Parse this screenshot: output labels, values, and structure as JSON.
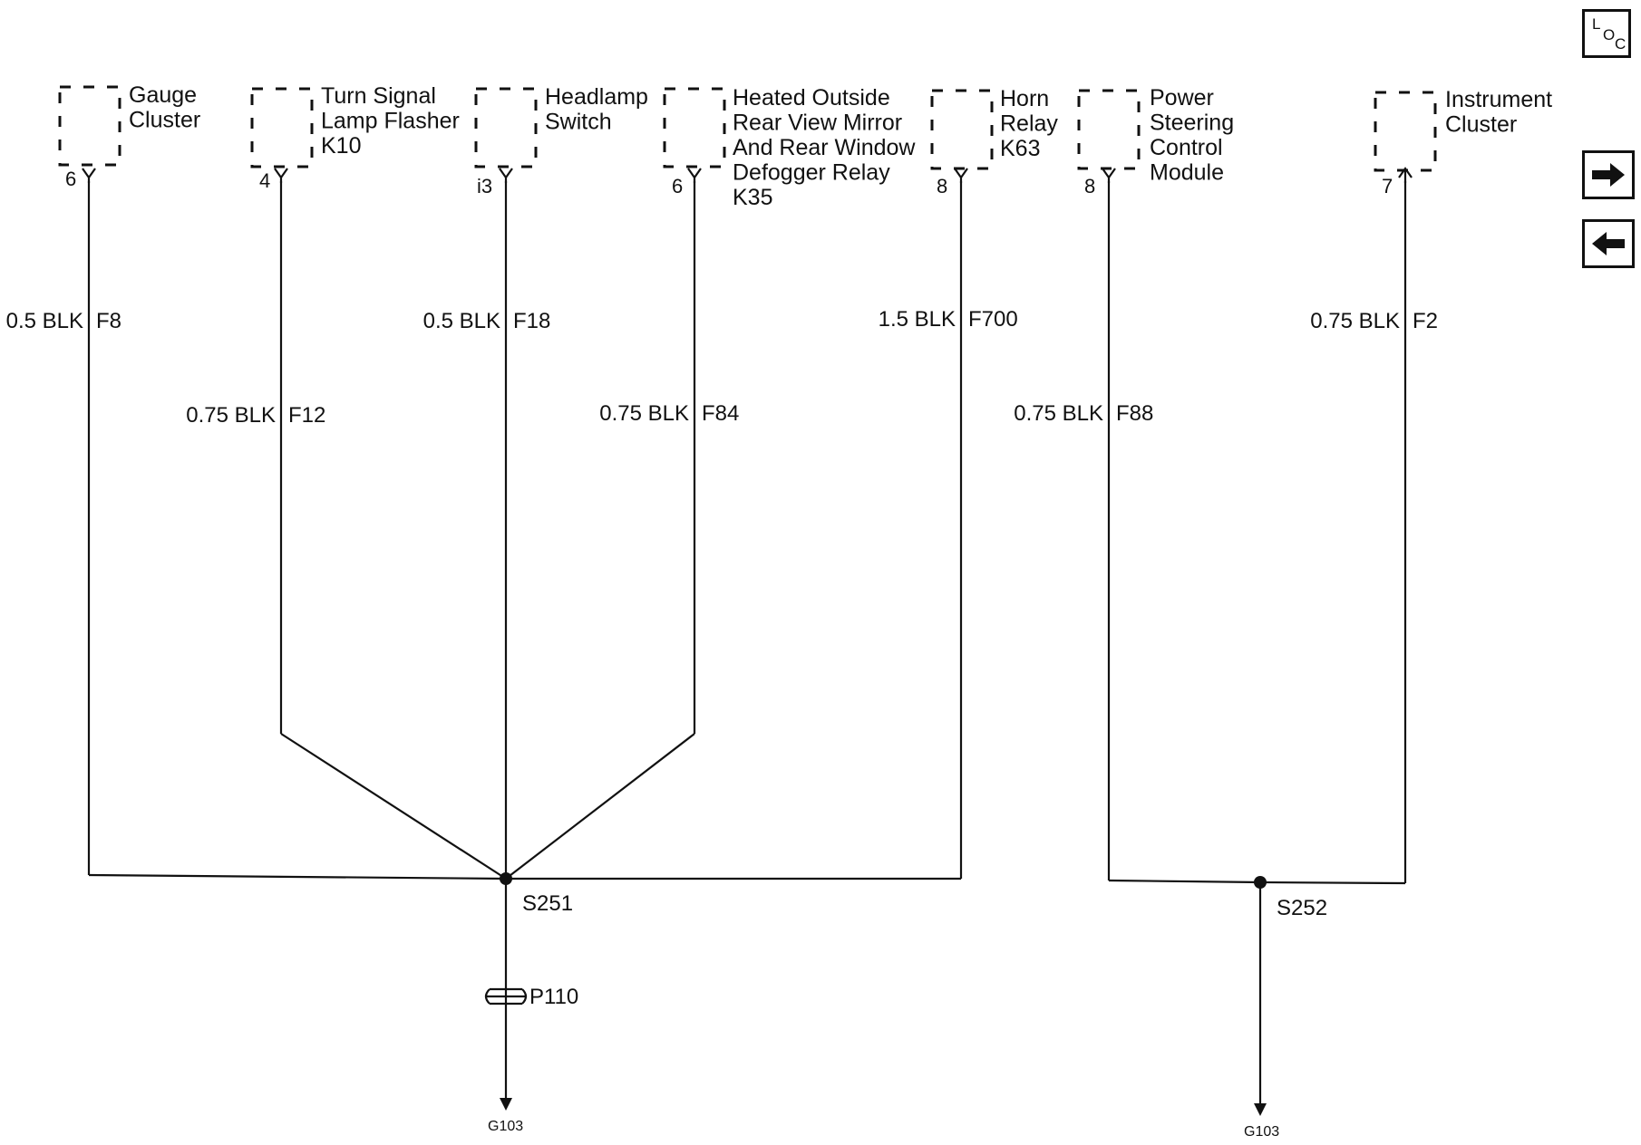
{
  "toolbar": {
    "loc_l": "L",
    "loc_o": "O",
    "loc_c": "C",
    "next_icon": "arrow-right-icon",
    "prev_icon": "arrow-left-icon"
  },
  "components": [
    {
      "lines": [
        "Gauge",
        "Cluster"
      ],
      "pin": "6"
    },
    {
      "lines": [
        "Turn Signal",
        "Lamp Flasher",
        "K10"
      ],
      "pin": "4"
    },
    {
      "lines": [
        "Headlamp",
        "Switch"
      ],
      "pin": "i3"
    },
    {
      "lines": [
        "Heated Outside",
        "Rear View Mirror",
        "And Rear Window",
        "Defogger Relay",
        "K35"
      ],
      "pin": "6"
    },
    {
      "lines": [
        "Horn",
        "Relay",
        "K63"
      ],
      "pin": "8"
    },
    {
      "lines": [
        "Power",
        "Steering",
        "Control",
        "Module"
      ],
      "pin": "8"
    },
    {
      "lines": [
        "Instrument",
        "Cluster"
      ],
      "pin": "7"
    }
  ],
  "wires": [
    {
      "gauge": "0.5 BLK",
      "circuit": "F8"
    },
    {
      "gauge": "0.75 BLK",
      "circuit": "F12"
    },
    {
      "gauge": "0.5 BLK",
      "circuit": "F18"
    },
    {
      "gauge": "0.75 BLK",
      "circuit": "F84"
    },
    {
      "gauge": "1.5 BLK",
      "circuit": "F700"
    },
    {
      "gauge": "0.75 BLK",
      "circuit": "F88"
    },
    {
      "gauge": "0.75 BLK",
      "circuit": "F2"
    }
  ],
  "splices": {
    "left": "S251",
    "right": "S252"
  },
  "connector": "P110",
  "grounds": {
    "left": "G103",
    "right": "G103"
  }
}
